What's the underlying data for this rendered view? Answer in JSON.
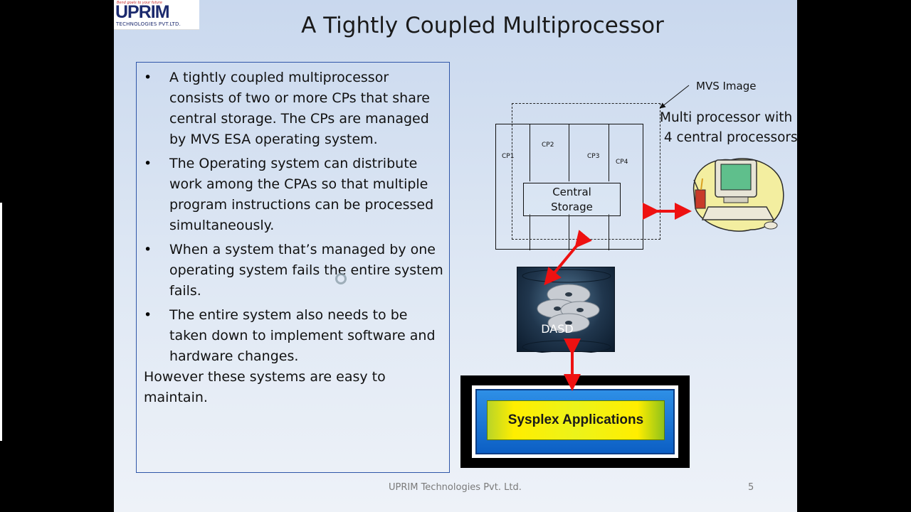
{
  "logo": {
    "tagline": "Bend goals to your future",
    "name": "UPRIM",
    "sub": "TECHNOLOGIES PVT.LTD."
  },
  "slide": {
    "title": "A Tightly Coupled Multiprocessor",
    "bullets": [
      "A tightly coupled multiprocessor consists of two or more CPs that share central storage. The CPs are managed by MVS ESA operating system.",
      "The Operating system can distribute work among the CPAs so that multiple program instructions can be processed simultaneously.",
      "When a system that’s managed by one operating system fails the entire system fails.",
      "The entire system also needs to be taken down to implement software and hardware changes."
    ],
    "bullet_glyph": "•",
    "closing_text": "However these systems are easy to maintain.",
    "footer": "UPRIM Technologies Pvt. Ltd.",
    "page_number": "5"
  },
  "diagram": {
    "mvs_image_label": "MVS Image",
    "multi_line1": "Multi processor with",
    "multi_line2": " 4 central processors",
    "cp_labels": [
      "CP1",
      "CP2",
      "CP3",
      "CP4"
    ],
    "central_storage_line1": "Central",
    "central_storage_line2": "Storage",
    "dasd_label": "DASD",
    "apps_label": "Sysplex Applications",
    "arrow_color": "#ee1111",
    "icons": [
      "computer-icon",
      "disk-stack-icon"
    ]
  }
}
